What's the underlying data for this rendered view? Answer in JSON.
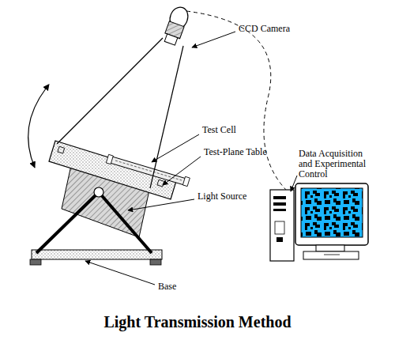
{
  "diagram": {
    "title": "Light Transmission Method",
    "labels": [
      "CCD Camera",
      "Test Cell",
      "Test-Plane Table",
      "Light Source",
      "Data Acquisition and Experimental Control",
      "Base"
    ]
  }
}
